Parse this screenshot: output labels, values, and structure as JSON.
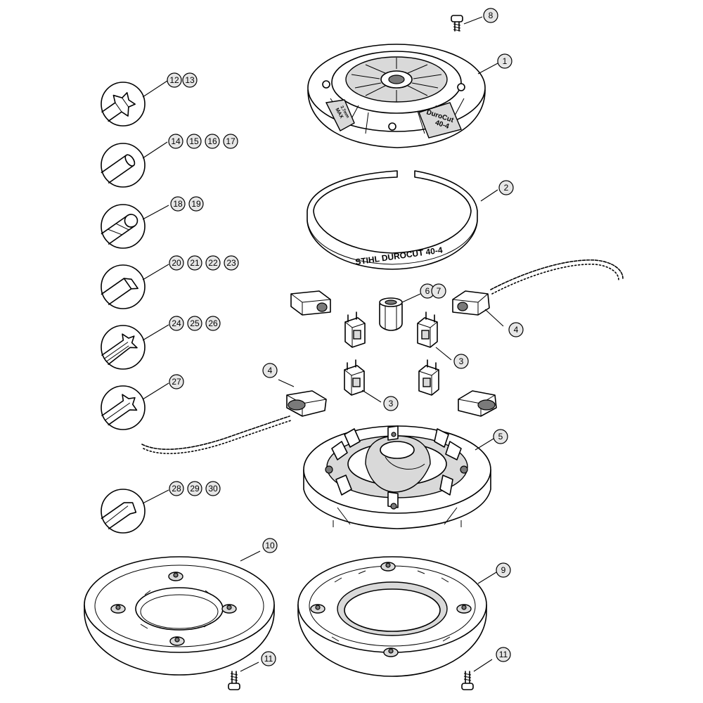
{
  "parts": {
    "p1": "1",
    "p2": "2",
    "p3a": "3",
    "p3b": "3",
    "p4a": "4",
    "p4b": "4",
    "p5": "5",
    "p6": "6",
    "p7": "7",
    "p8": "8",
    "p9": "9",
    "p10": "10",
    "p11a": "11",
    "p11b": "11",
    "p12": "12",
    "p13": "13",
    "p14": "14",
    "p15": "15",
    "p16": "16",
    "p17": "17",
    "p18": "18",
    "p19": "19",
    "p20": "20",
    "p21": "21",
    "p22": "22",
    "p23": "23",
    "p24": "24",
    "p25": "25",
    "p26": "26",
    "p27": "27",
    "p28": "28",
    "p29": "29",
    "p30": "30"
  },
  "markings": {
    "cap_brand_line1": "DuroCut",
    "cap_brand_line2": "40-4",
    "cap_max_line1": "MAX",
    "cap_max_line2": "2.7mm",
    "ring_text": "STIHL DUROCUT 40-4"
  }
}
